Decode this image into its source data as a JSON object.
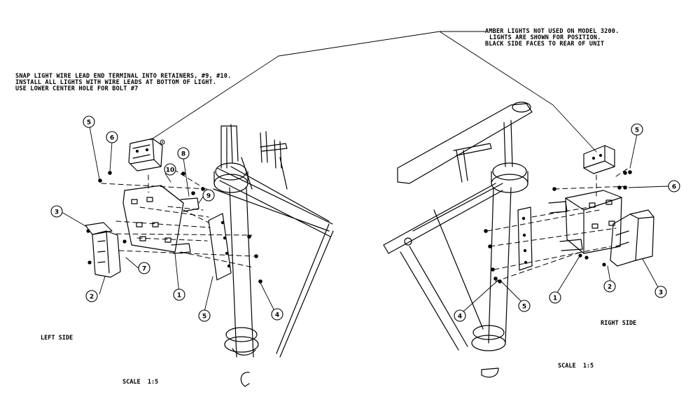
{
  "notes": {
    "amber_line1": "AMBER LIGHTS NOT USED ON MODEL 3200.",
    "amber_line2": "LIGHTS ARE SHOWN FOR POSITION.",
    "amber_line3": "BLACK SIDE FACES TO REAR OF UNIT",
    "snap_line1": "SNAP LIGHT WIRE LEAD END TERMINAL INTO RETAINERS, #9, #10.",
    "snap_line2": "INSTALL ALL LIGHTS WITH WIRE LEADS AT BOTTOM OF LIGHT.",
    "snap_line3": "USE LOWER CENTER HOLE FOR BOLT #7"
  },
  "labels": {
    "left_side": "LEFT SIDE",
    "right_side": "RIGHT SIDE",
    "scale_left": "SCALE  1:5",
    "scale_right": "SCALE  1:5"
  },
  "balloons": {
    "l5": "5",
    "l6": "6",
    "l8": "8",
    "l9": "9",
    "l10": "10",
    "l3": "3",
    "l7": "7",
    "l2": "2",
    "l1": "1",
    "l5b": "5",
    "l4": "4",
    "r5": "5",
    "r6": "6",
    "r4": "4",
    "r5b": "5",
    "r1": "1",
    "r2": "2",
    "r3": "3"
  }
}
